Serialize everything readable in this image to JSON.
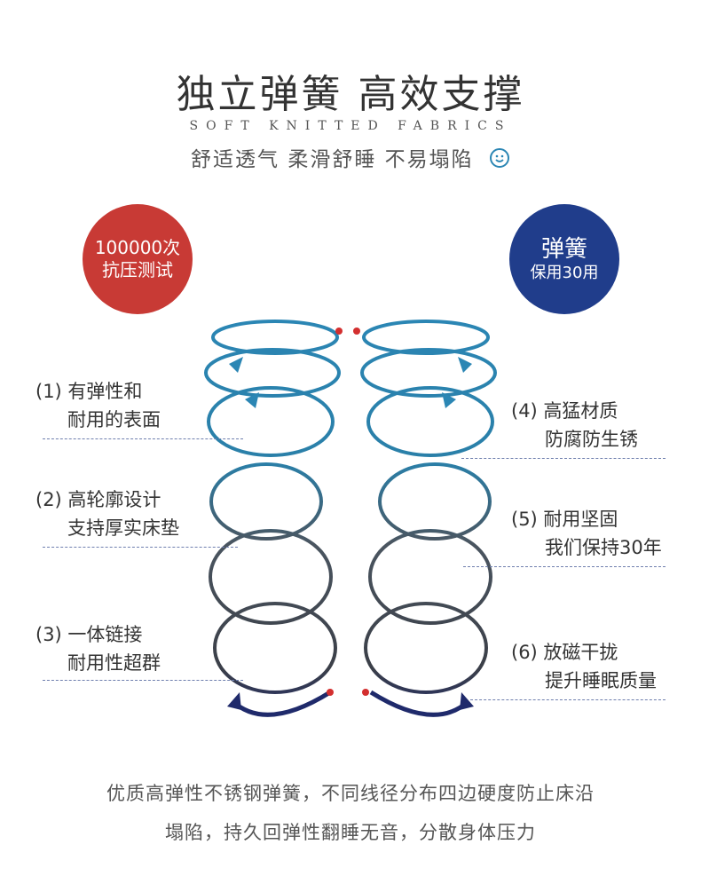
{
  "header": {
    "title": "独立弹簧 高效支撑",
    "subtitle_en": "SOFT KNITTED FABRICS",
    "tagline": "舒适透气 柔滑舒睡 不易塌陷"
  },
  "badges": {
    "left": {
      "line1": "100000次",
      "line2": "抗压测试",
      "color": "#c83a35"
    },
    "right": {
      "line1": "弹簧",
      "line2": "保用30用",
      "color": "#203d8b"
    }
  },
  "features": {
    "left": [
      {
        "line1": "(1) 有弹性和",
        "line2": "耐用的表面"
      },
      {
        "line1": "(2) 高轮廓设计",
        "line2": "支持厚实床垫"
      },
      {
        "line1": "(3) 一体链接",
        "line2": "耐用性超群"
      }
    ],
    "right": [
      {
        "line1": "(4) 高猛材质",
        "line2": "防腐防生锈"
      },
      {
        "line1": "(5) 耐用坚固",
        "line2": "我们保持30年"
      },
      {
        "line1": "(6) 放磁干拢",
        "line2": "提升睡眠质量"
      }
    ]
  },
  "footer": {
    "line1": "优质高弹性不锈钢弹簧，不同线径分布四边硬度防止床沿",
    "line2": "塌陷，持久回弹性翻睡无音，分散身体压力"
  },
  "colors": {
    "spring_top": "#2b86b4",
    "spring_mid": "#4a5560",
    "spring_bottom": "#1f2a6b",
    "endpoint": "#d32f2f",
    "dash": "#6f7fae"
  },
  "icons": {
    "tagline_icon": "smile-face-icon"
  }
}
